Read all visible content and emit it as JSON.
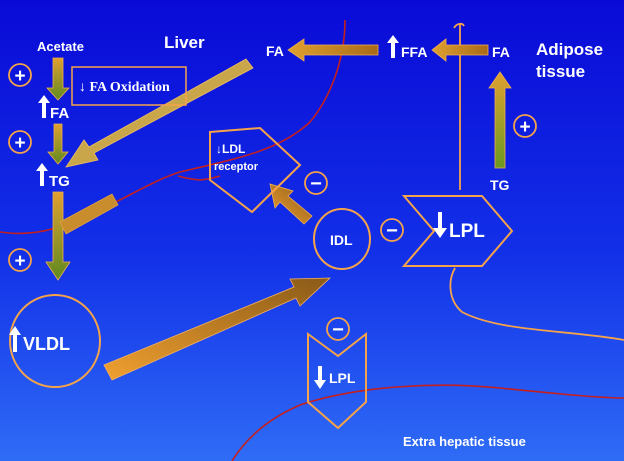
{
  "labels": {
    "acetate": "Acetate",
    "liver": "Liver",
    "fa_oxidation": "↓ FA Oxidation",
    "fa_liver_left": "FA",
    "tg_liver": "TG",
    "vldl": "VLDL",
    "fa_top": "FA",
    "ffa": "FFA",
    "fa_adipose": "FA",
    "adipose_line1": "Adipose",
    "adipose_line2": "tissue",
    "tg_adipose": "TG",
    "ldl_line1": "↓LDL",
    "ldl_line2": "receptor",
    "idl": "IDL",
    "lpl_big": "LPL",
    "lpl_small": "LPL",
    "extra_hepatic": "Extra hepatic tissue"
  },
  "signs": {
    "plus": "+",
    "minus": "−"
  },
  "colors": {
    "background": "#0a0ad6",
    "boundary_line": "#c41f1f",
    "outline": "#f5a34a",
    "arrow_fill": "#d98a2c"
  }
}
